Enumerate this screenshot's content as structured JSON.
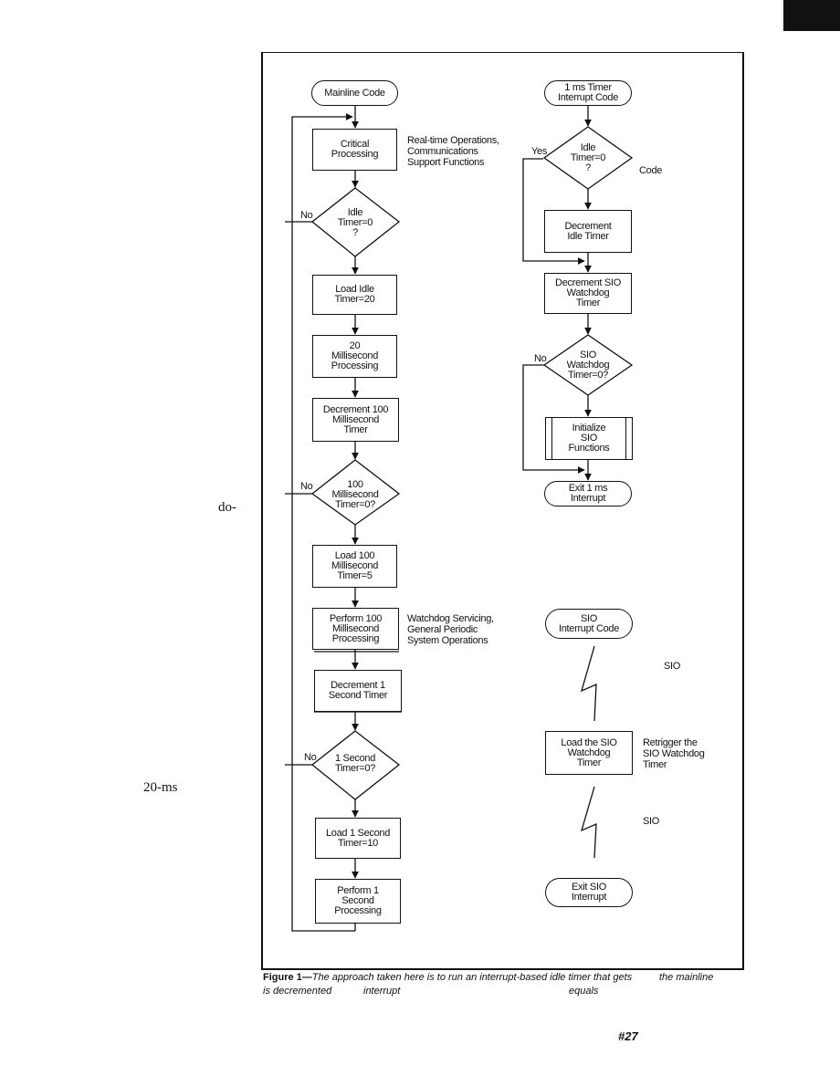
{
  "left_column": {
    "mainline_code": "Mainline Code",
    "critical_processing": "Critical\nProcessing",
    "critical_note": "Real-time Operations,\nCommunications\nSupport Functions",
    "idle_timer_decision": "Idle\nTimer=0\n?",
    "no_1": "No",
    "load_idle_timer": "Load Idle\nTimer=20",
    "ms20_processing": "20\nMillisecond\nProcessing",
    "decrement_100ms": "Decrement 100\nMillisecond\nTimer",
    "ms100_decision": "100\nMillisecond\nTimer=0?",
    "no_2": "No",
    "load_100ms": "Load 100\nMillisecond\nTimer=5",
    "perform_100ms": "Perform 100\nMillisecond\nProcessing",
    "watchdog_note": "Watchdog Servicing,\nGeneral Periodic\nSystem Operations",
    "decrement_1s": "Decrement 1\nSecond Timer",
    "s1_decision": "1 Second\nTimer=0?",
    "no_3": "No",
    "load_1s": "Load 1 Second\nTimer=10",
    "perform_1s": "Perform 1\nSecond\nProcessing"
  },
  "right_column": {
    "timer_interrupt": "1 ms Timer\nInterrupt Code",
    "yes": "Yes",
    "idle_decision": "Idle\nTimer=0\n?",
    "code_fragment": "Code",
    "decrement_idle": "Decrement\nIdle Timer",
    "decrement_sio_wd": "Decrement SIO\nWatchdog\nTimer",
    "no": "No",
    "sio_wd_decision": "SIO\nWatchdog\nTimer=0?",
    "init_sio": "Initialize\nSIO\nFunctions",
    "exit_1ms": "Exit 1 ms\nInterrupt",
    "sio_interrupt": "SIO\nInterrupt Code",
    "sio_fragment_1": "SIO",
    "load_sio_wd": "Load the SIO\nWatchdog\nTimer",
    "retrigger_note": "Retrigger the\nSIO Watchdog\nTimer",
    "sio_fragment_2": "SIO",
    "exit_sio": "Exit SIO\nInterrupt"
  },
  "margin": {
    "text_1": "do-",
    "text_2": "20-ms"
  },
  "caption": {
    "label": "Figure 1—",
    "line1": "The approach  taken  here is  to run an interrupt-based idle timer that gets",
    "line1_end": "the mainline",
    "line2a": "is decremented",
    "line2b": "interrupt",
    "line2c": "equals"
  },
  "page_number": "#27"
}
